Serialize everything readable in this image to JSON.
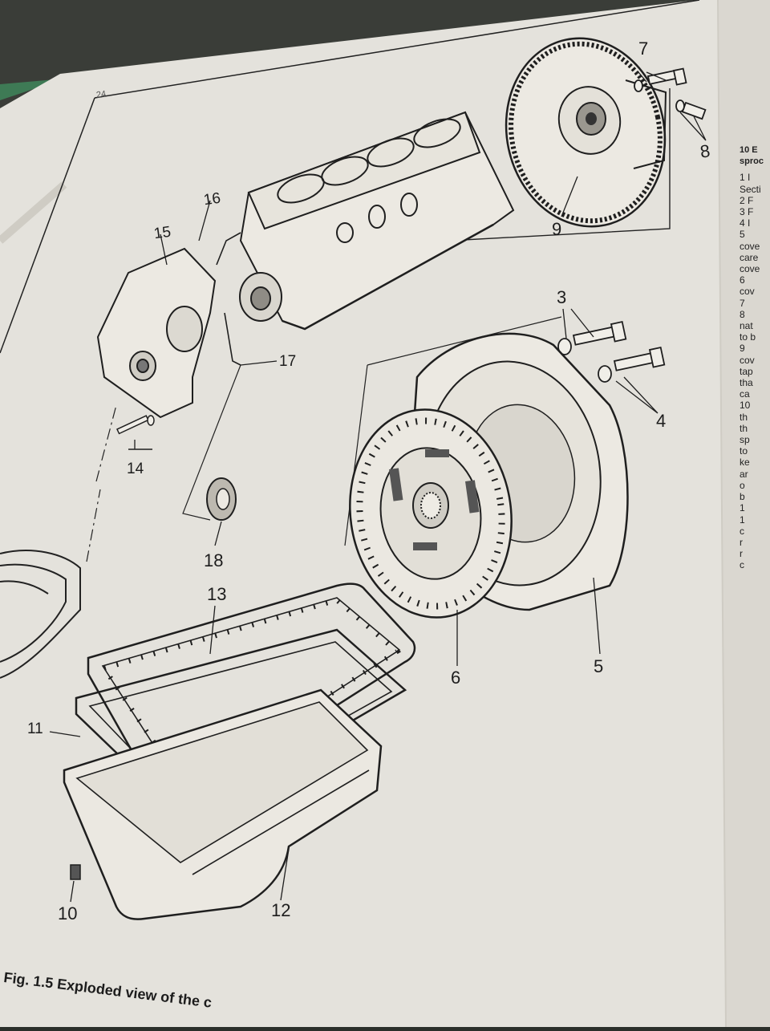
{
  "page_number": "24",
  "caption": "Fig. 1.5 Exploded view of the c",
  "callouts": [
    {
      "id": "c7",
      "text": "7"
    },
    {
      "id": "c8",
      "text": "8"
    },
    {
      "id": "c9",
      "text": "9"
    },
    {
      "id": "c16",
      "text": "16"
    },
    {
      "id": "c15",
      "text": "15"
    },
    {
      "id": "c17",
      "text": "17"
    },
    {
      "id": "c3",
      "text": "3"
    },
    {
      "id": "c4",
      "text": "4"
    },
    {
      "id": "c14",
      "text": "14"
    },
    {
      "id": "c18",
      "text": "18"
    },
    {
      "id": "c13",
      "text": "13"
    },
    {
      "id": "c6",
      "text": "6"
    },
    {
      "id": "c5",
      "text": "5"
    },
    {
      "id": "c11",
      "text": "11"
    },
    {
      "id": "c10",
      "text": "10"
    },
    {
      "id": "c12",
      "text": "12"
    }
  ],
  "side_text": {
    "heading_line1": "10 E",
    "heading_line2": "sproc",
    "lines": [
      "1  I",
      "Secti",
      "2  F",
      "3  F",
      "4  I",
      "5",
      "cove",
      "care",
      "cove",
      "6",
      "cov",
      "7",
      "8",
      "nat",
      "to b",
      "9",
      "cov",
      "tap",
      "tha",
      "ca",
      "10",
      "th",
      "th",
      "sp",
      "to",
      "ke",
      "ar",
      "o",
      "b",
      "1",
      "1",
      "c",
      "r",
      "r",
      "c"
    ]
  },
  "colors": {
    "paper": "#e4e2dc",
    "paper_shadow": "#cfccc4",
    "ink": "#1f1f1f",
    "background": "#2b2f2a",
    "book_edge": "#3e7a55"
  }
}
